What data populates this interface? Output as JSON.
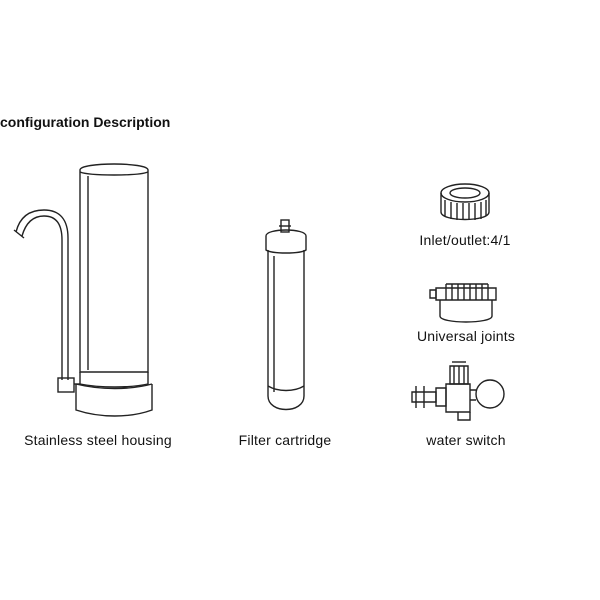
{
  "header": {
    "title": "configuration Description"
  },
  "components": [
    {
      "label": "Stainless steel housing",
      "icon": "faucet-housing-icon"
    },
    {
      "label": "Filter cartridge",
      "icon": "filter-cartridge-icon"
    },
    {
      "label": "Inlet/outlet:4/1",
      "icon": "inlet-outlet-adapter-icon"
    },
    {
      "label": "Universal joints",
      "icon": "universal-joint-icon"
    },
    {
      "label": "water switch",
      "icon": "water-switch-icon"
    }
  ]
}
